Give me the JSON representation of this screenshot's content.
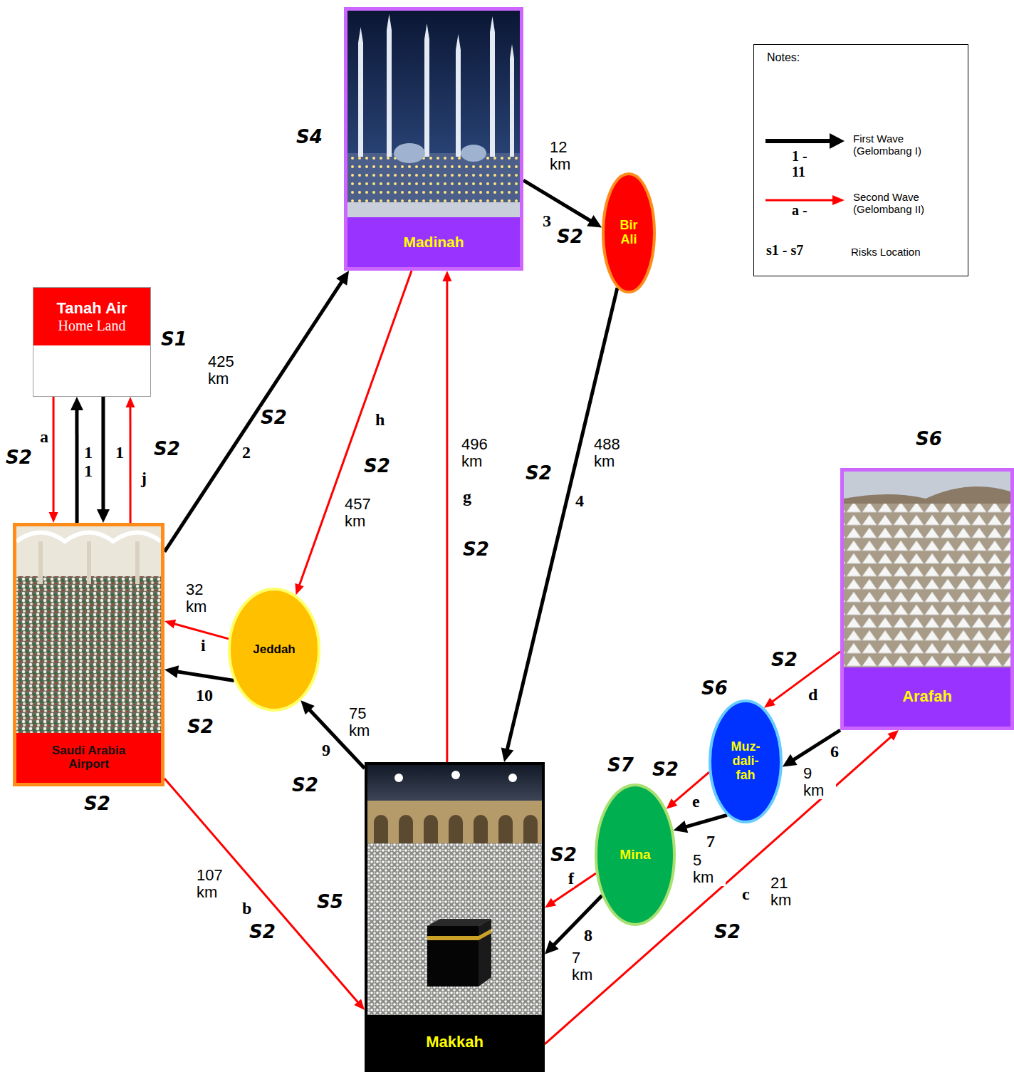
{
  "diagram": {
    "nodes": [
      {
        "text": [
          "Tanah Air",
          "Home Land"
        ]
      },
      {
        "text": [
          "Saudi Arabia Airport"
        ]
      },
      {
        "text": [
          "Madinah"
        ]
      },
      {
        "text": [
          "Bir Ali"
        ]
      },
      {
        "text": [
          "Jeddah"
        ]
      },
      {
        "text": [
          "Makkah"
        ]
      },
      {
        "text": [
          "Arafah"
        ]
      },
      {
        "text": [
          "Muz- dali- fah"
        ]
      },
      {
        "text": [
          "Mina"
        ]
      }
    ],
    "edges": [
      {
        "from": 0,
        "to": 1,
        "arrow": "to",
        "label": "a"
      },
      {
        "from": 1,
        "to": 0,
        "arrow": "to",
        "label": "11"
      },
      {
        "from": 0,
        "to": 1,
        "arrow": "to",
        "label": "1"
      },
      {
        "from": 1,
        "to": 0,
        "arrow": "to",
        "label": "j"
      },
      {
        "from": 1,
        "to": 2,
        "arrow": "to",
        "label": "2"
      },
      {
        "from": 2,
        "to": 3,
        "arrow": "to",
        "label": "3"
      },
      {
        "from": 3,
        "to": 5,
        "arrow": "to",
        "label": "4"
      },
      {
        "from": 6,
        "to": 7,
        "arrow": "to",
        "label": "6"
      },
      {
        "from": 7,
        "to": 8,
        "arrow": "to",
        "label": "7"
      },
      {
        "from": 8,
        "to": 5,
        "arrow": "to",
        "label": "8"
      },
      {
        "from": 5,
        "to": 4,
        "arrow": "to",
        "label": "9"
      },
      {
        "from": 4,
        "to": 1,
        "arrow": "to",
        "label": "10"
      },
      {
        "from": 1,
        "to": 5,
        "arrow": "to",
        "label": "b"
      },
      {
        "from": 5,
        "to": 6,
        "arrow": "to",
        "label": "c"
      },
      {
        "from": 6,
        "to": 7,
        "arrow": "to",
        "label": "d"
      },
      {
        "from": 7,
        "to": 8,
        "arrow": "to",
        "label": "e"
      },
      {
        "from": 8,
        "to": 5,
        "arrow": "to",
        "label": "f"
      },
      {
        "from": 5,
        "to": 2,
        "arrow": "to",
        "label": "g"
      },
      {
        "from": 2,
        "to": 4,
        "arrow": "to",
        "label": "h"
      },
      {
        "from": 4,
        "to": 1,
        "arrow": "to",
        "label": "i"
      }
    ],
    "labels": [
      "Notes:",
      "1 - 11",
      "a -",
      "s1 - s7",
      "S1",
      "S4",
      "S5",
      "S6",
      "S6",
      "S7",
      "S2",
      "S2",
      "S2",
      "S2",
      "S2",
      "S2",
      "S2",
      "S2",
      "S2",
      "S2",
      "S2",
      "S2",
      "S2",
      "S2",
      "S2",
      "425 km",
      "12 km",
      "488 km",
      "9 km",
      "5 km",
      "7 km",
      "75 km",
      "32 km",
      "107 km",
      "21 km",
      "496 km",
      "457 km"
    ],
    "legend": [
      {
        "text": "First Wave (Gelombang I)"
      },
      {
        "text": "Second Wave (Gelombang II)"
      },
      {
        "text": "Risks Location"
      }
    ]
  }
}
